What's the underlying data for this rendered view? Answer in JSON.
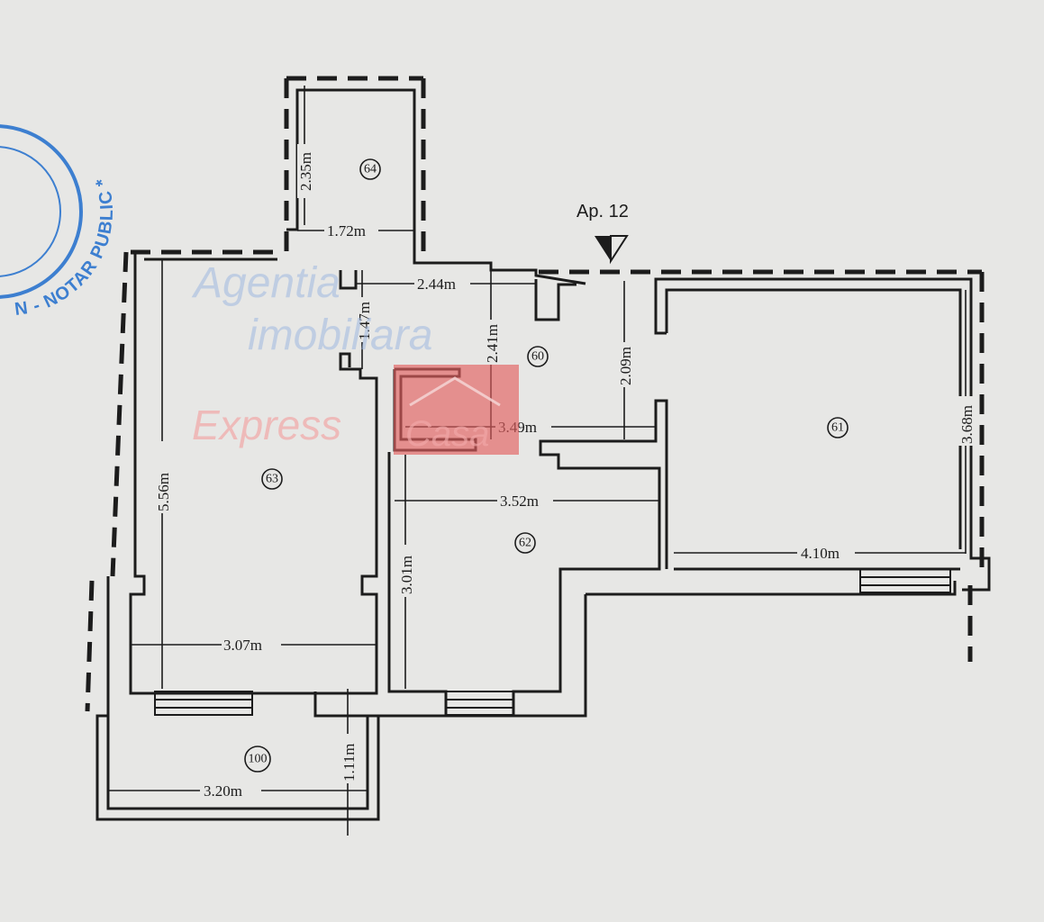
{
  "apartment_label": "Ap. 12",
  "stamp_text": "N - NOTAR PUBLIC *",
  "watermark": {
    "line1": "Agentia",
    "line2": "imobiliara",
    "line3": "Express",
    "line4": "Casa"
  },
  "rooms": [
    {
      "id": "60"
    },
    {
      "id": "61"
    },
    {
      "id": "62"
    },
    {
      "id": "63"
    },
    {
      "id": "64"
    },
    {
      "id": "100"
    }
  ],
  "dimensions": {
    "d64_height": "2.35m",
    "d64_width": "1.72m",
    "d_hall_width": "2.44m",
    "d_hall_small": "1.47m",
    "d60_height": "2.41m",
    "d60_right": "2.09m",
    "d60_width": "3.49m",
    "d61_height": "3.68m",
    "d61_width": "4.10m",
    "d62_width": "3.52m",
    "d62_height": "3.01m",
    "d63_height": "5.56m",
    "d63_width": "3.07m",
    "d100_width": "3.20m",
    "d100_height": "1.11m"
  },
  "colors": {
    "ink": "#1c1c1c",
    "stamp": "#3d7fd0",
    "paper": "#e7e7e5"
  }
}
